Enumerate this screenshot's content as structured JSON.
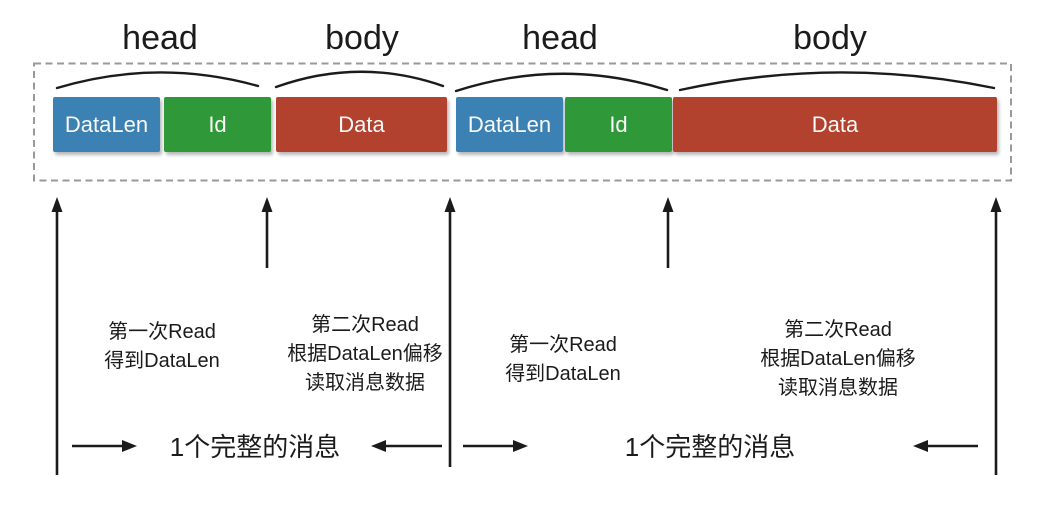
{
  "diagram_title": "message framing: length-prefixed protocol read diagram",
  "colors": {
    "datalen_block": "#3c81b3",
    "id_block": "#2f9839",
    "data_block": "#b2412e",
    "line_and_text": "#1b1b1b",
    "dashed_frame": "#97999c",
    "block_text": "#fafafa"
  },
  "groups": [
    {
      "label": "head"
    },
    {
      "label": "body"
    },
    {
      "label": "head"
    },
    {
      "label": "body"
    }
  ],
  "segments": [
    {
      "label": "DataLen",
      "color": "#3c81b3"
    },
    {
      "label": "Id",
      "color": "#2f9839"
    },
    {
      "label": "Data",
      "color": "#b2412e"
    },
    {
      "label": "DataLen",
      "color": "#3c81b3"
    },
    {
      "label": "Id",
      "color": "#2f9839"
    },
    {
      "label": "Data",
      "color": "#b2412e"
    }
  ],
  "notes": [
    {
      "lines": [
        "第一次Read",
        "得到DataLen"
      ]
    },
    {
      "lines": [
        "第二次Read",
        "根据DataLen偏移",
        "读取消息数据"
      ]
    },
    {
      "lines": [
        "第一次Read",
        "得到DataLen"
      ]
    },
    {
      "lines": [
        "第二次Read",
        "根据DataLen偏移",
        "读取消息数据"
      ]
    }
  ],
  "message_spans": [
    {
      "label": "1个完整的消息"
    },
    {
      "label": "1个完整的消息"
    }
  ]
}
